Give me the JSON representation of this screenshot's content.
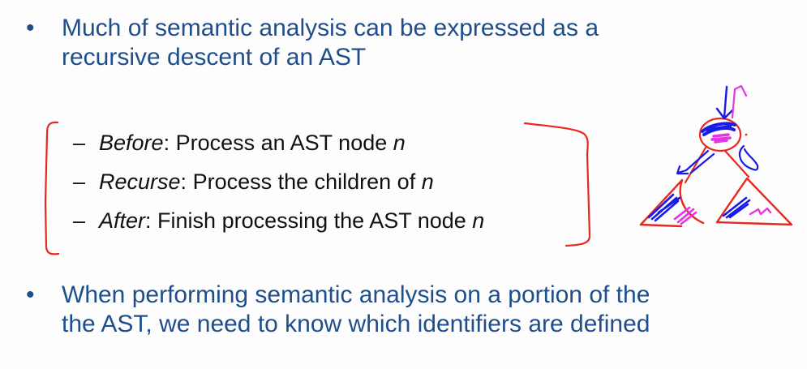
{
  "slide": {
    "bullets": [
      {
        "marker": "•",
        "lines": [
          "Much of semantic analysis can be expressed as a",
          "recursive descent of an AST"
        ]
      },
      {
        "marker": "•",
        "lines": [
          "When performing semantic analysis on a portion of the",
          "the AST, we need to know which identifiers are defined"
        ]
      }
    ],
    "sub_bullets": [
      {
        "dash": "–",
        "keyword": "Before",
        "sep": ": ",
        "text": "Process an AST node ",
        "var": "n"
      },
      {
        "dash": "–",
        "keyword": "Recurse",
        "sep": ": ",
        "text": "Process the children of ",
        "var": "n"
      },
      {
        "dash": "–",
        "keyword": "After",
        "sep": ": ",
        "text": "Finish processing the AST node ",
        "var": "n"
      }
    ],
    "annotations": {
      "bracket_color": "#e8281e",
      "tree_outline_color": "#e8281e",
      "blue_ink": "#1a1ae6",
      "magenta_ink": "#e633e6",
      "text_blue": "#1f4e8c"
    }
  }
}
